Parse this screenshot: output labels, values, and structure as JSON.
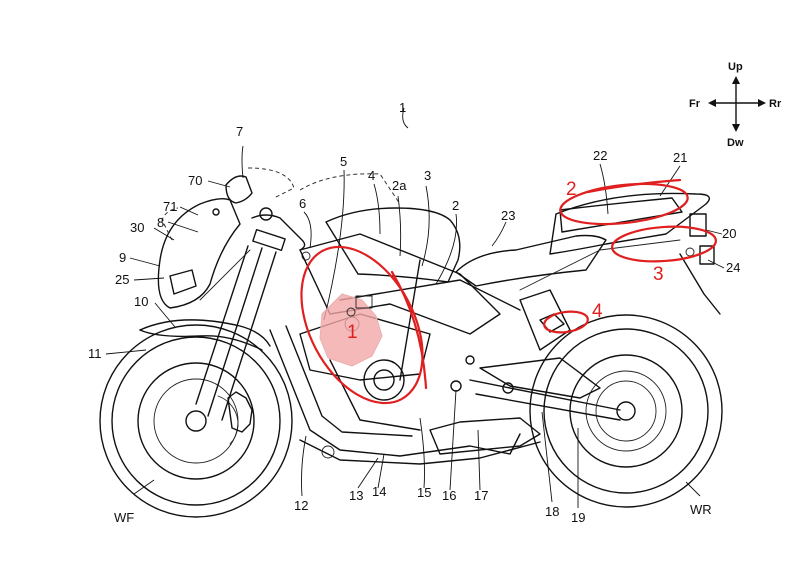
{
  "figure": {
    "ref_number": "1",
    "compass": {
      "up": "Up",
      "down": "Dw",
      "front": "Fr",
      "rear": "Rr"
    },
    "labels": {
      "l7": "7",
      "l70": "70",
      "l71": "71",
      "l8": "8",
      "l30": "30",
      "l9": "9",
      "l25": "25",
      "l10": "10",
      "l11": "11",
      "l6": "6",
      "l5": "5",
      "l4": "4",
      "l2a": "2a",
      "l3": "3",
      "l2": "2",
      "l23": "23",
      "l22": "22",
      "l21": "21",
      "l20": "20",
      "l24": "24",
      "l12": "12",
      "l13": "13",
      "l14": "14",
      "l15": "15",
      "l16": "16",
      "l17": "17",
      "l18": "18",
      "l19": "19",
      "wf": "WF",
      "wr": "WR"
    },
    "annotations": {
      "a1": "1",
      "a2": "2",
      "a3": "3",
      "a4": "4"
    },
    "colors": {
      "annotation": "#e02020",
      "highlight_fill": "#f4a8a8",
      "line": "#111111"
    }
  }
}
